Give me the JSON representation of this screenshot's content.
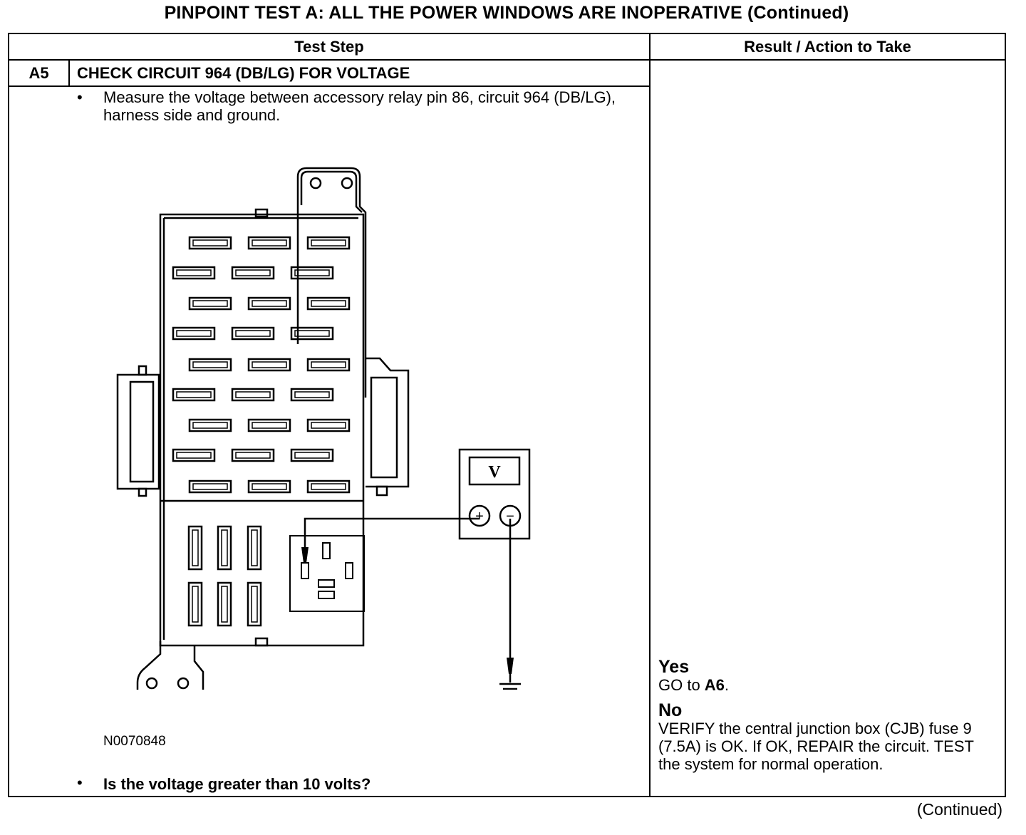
{
  "title": "PINPOINT TEST  A: ALL THE POWER WINDOWS ARE INOPERATIVE (Continued)",
  "table": {
    "headers": {
      "test_step": "Test Step",
      "result_action": "Result / Action to Take"
    },
    "step": {
      "id": "A5",
      "title": "CHECK CIRCUIT 964 (DB/LG) FOR VOLTAGE",
      "instruction": "Measure the voltage between accessory relay pin 86, circuit 964 (DB/LG), harness side and ground.",
      "figure_id": "N0070848",
      "question": "Is the voltage greater than 10 volts?",
      "bullet": "•"
    },
    "results": {
      "yes_label": "Yes",
      "yes_action_prefix": "GO to ",
      "yes_action_target": "A6",
      "yes_action_suffix": ".",
      "no_label": "No",
      "no_action": "VERIFY the central junction box (CJB) fuse 9 (7.5A) is OK. If OK, REPAIR the circuit. TEST the system for normal operation."
    }
  },
  "diagram": {
    "meter_label": "V",
    "plus_symbol": "+",
    "minus_symbol": "−"
  },
  "footer": {
    "continued": "(Continued)"
  }
}
